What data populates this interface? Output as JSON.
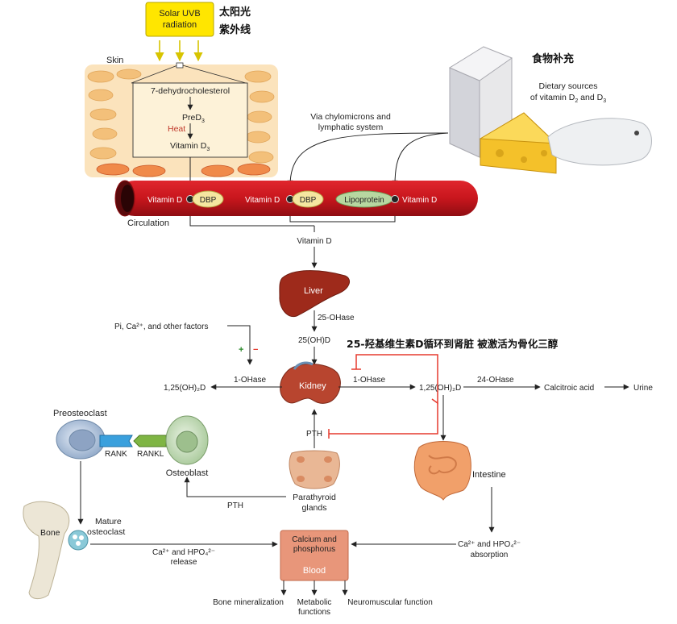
{
  "sun": {
    "line1": "Solar UVB",
    "line2": "radiation",
    "cn1": "太阳光",
    "cn2": "紫外线"
  },
  "skin": {
    "label": "Skin",
    "step1": "7-dehydrocholesterol",
    "step2_base": "PreD",
    "step2_sub": "3",
    "heat": "Heat",
    "step3_base": "Vitamin D",
    "step3_sub": "3"
  },
  "diet": {
    "cn": "食物补充",
    "line1": "Dietary sources",
    "line2_base": "of vitamin D",
    "line2_sub1": "2",
    "line2_mid": " and D",
    "line2_sub2": "3"
  },
  "chylo": {
    "line1": "Via chylomicrons and",
    "line2": "lymphatic system"
  },
  "vessel": {
    "vitd_left": "Vitamin D",
    "dbp1": "DBP",
    "vitd_mid": "Vitamin D",
    "dbp2": "DBP",
    "lipo": "Lipoprotein",
    "vitd_right": "Vitamin D",
    "circulation": "Circulation"
  },
  "vitd_below": "Vitamin D",
  "liver": {
    "label": "Liver",
    "enzyme": "25-OHase",
    "product": "25(OH)D"
  },
  "annotation_cn": "25-羟基维生素D循环到肾脏 被激活为骨化三醇",
  "pi_factors": "Pi, Ca²⁺, and other factors",
  "signs": {
    "plus": "+",
    "minus": "−"
  },
  "kidney": {
    "label": "Kidney",
    "left_enzyme": "1-OHase",
    "left_product": "1,25(OH)₂D",
    "right_enzyme": "1-OHase",
    "right_product": "1,25(OH)₂D",
    "hydroxylase": "24-OHase",
    "calcitroic": "Calcitroic acid",
    "urine": "Urine"
  },
  "pth": "PTH",
  "pth_lower": "PTH",
  "parathyroid": {
    "line1": "Parathyroid",
    "line2": "glands"
  },
  "bone_cells": {
    "preosteoclast": "Preosteoclast",
    "rank": "RANK",
    "rankl": "RANKL",
    "osteoblast": "Osteoblast",
    "bone": "Bone",
    "mature1": "Mature",
    "mature2": "osteoclast"
  },
  "intestine": {
    "label": "Intestine",
    "abs1": "Ca²⁺ and HPO₄²⁻",
    "abs2": "absorption"
  },
  "release": {
    "line1": "Ca²⁺ and HPO₄²⁻",
    "line2": "release"
  },
  "blood_box": {
    "line1": "Calcium and",
    "line2": "phosphorus",
    "label": "Blood"
  },
  "outcomes": {
    "bone_min": "Bone mineralization",
    "metabolic1": "Metabolic",
    "metabolic2": "functions",
    "neuro": "Neuromuscular function"
  },
  "colors": {
    "sun_box": "#ffe600",
    "vessel": "#c8161d",
    "liver": "#9e2a1b",
    "kidney": "#b8452f",
    "blood_box": "#e8967a",
    "inhibit": "#e63a2e",
    "stimulate": "#2e8b2e",
    "dbp": "#f5e6a0",
    "lipo": "#b7d7a0"
  }
}
